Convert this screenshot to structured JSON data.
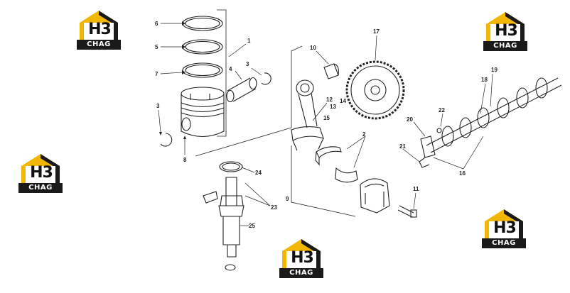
{
  "watermark": {
    "monogram": "H3",
    "brand": "CHAG",
    "accent_color": "#f2b705",
    "dark_color": "#1a1a1a"
  },
  "callouts": {
    "c1": "1",
    "c2": "2",
    "c3a": "3",
    "c3b": "3",
    "c4": "4",
    "c5": "5",
    "c6": "6",
    "c7": "7",
    "c8": "8",
    "c9": "9",
    "c10": "10",
    "c11": "11",
    "c12": "12",
    "c13": "13",
    "c14": "14",
    "c15": "15",
    "c16": "16",
    "c17": "17",
    "c18": "18",
    "c19": "19",
    "c20": "20",
    "c21": "21",
    "c22": "22",
    "c23": "23",
    "c24": "24",
    "c25": "25"
  },
  "parts": [
    "piston",
    "piston-ring-top",
    "piston-ring-middle",
    "piston-ring-oil",
    "piston-pin",
    "snap-ring",
    "connecting-rod",
    "bearing-shells",
    "rod-cap",
    "rod-bolt",
    "camshaft-gear",
    "camshaft",
    "cam-follower",
    "fuel-injector",
    "injector-seal"
  ]
}
